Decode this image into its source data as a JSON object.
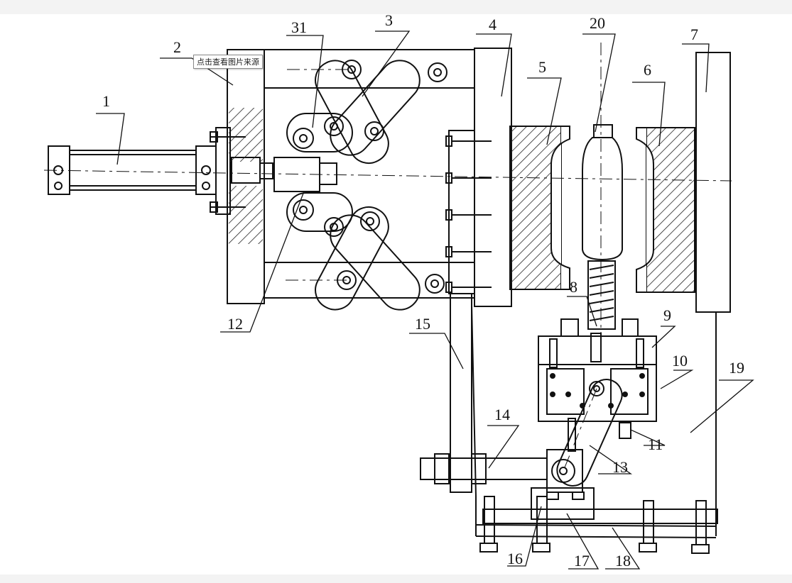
{
  "tooltip": {
    "text": "点击查看图片来源"
  },
  "labels": {
    "l1": "1",
    "l2": "2",
    "l3": "3",
    "l4": "4",
    "l5": "5",
    "l6": "6",
    "l7": "7",
    "l8": "8",
    "l9": "9",
    "l10": "10",
    "l11": "11",
    "l12": "12",
    "l13": "13",
    "l14": "14",
    "l15": "15",
    "l16": "16",
    "l17": "17",
    "l18": "18",
    "l19": "19",
    "l20": "20",
    "l31": "31"
  },
  "colors": {
    "line": "#111111",
    "hatch": "#222222",
    "background": "#ffffff"
  }
}
